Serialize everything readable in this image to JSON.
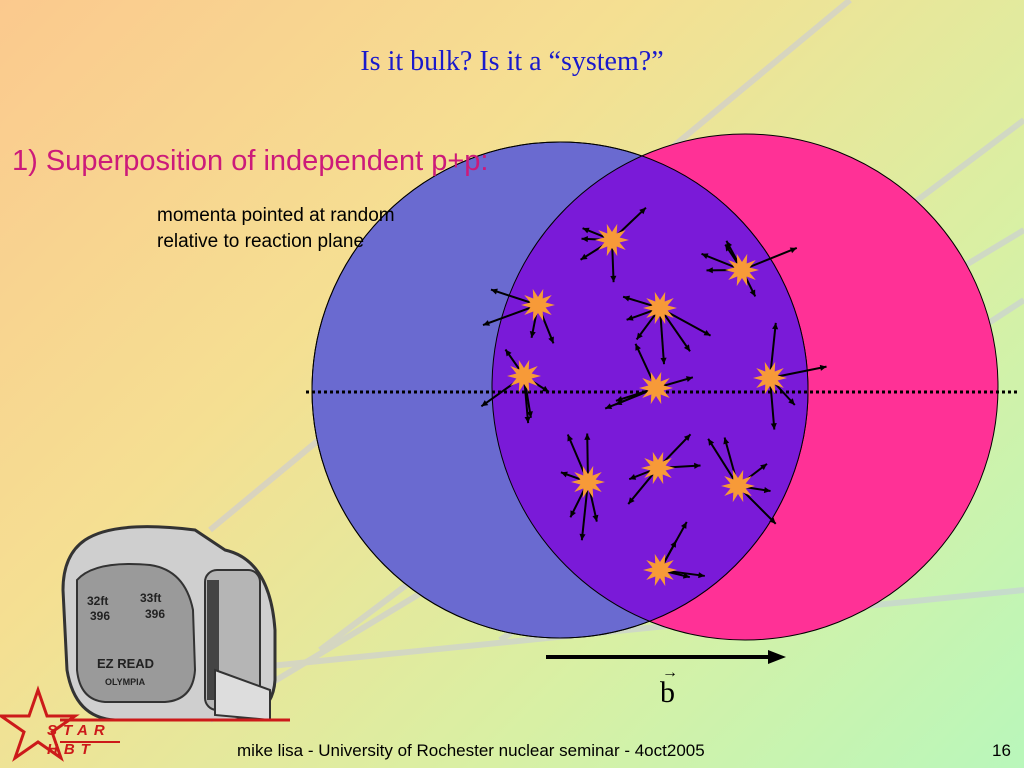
{
  "slide": {
    "title": "Is it bulk?  Is it a “system?”",
    "heading": "1) Superposition of independent p+p:",
    "caption_lines": [
      "momenta pointed at random",
      "relative to reaction plane"
    ],
    "vector_label": "b",
    "footer": "mike lisa - University of Rochester nuclear seminar - 4oct2005",
    "page_number": "16",
    "logo": {
      "line1": "STAR",
      "line2": "HBT"
    },
    "tape_measure_text": {
      "brand": "EZ READ",
      "maker": "OLYMPIA",
      "marks": [
        "32ft",
        "396",
        "33ft",
        "396"
      ]
    }
  },
  "colors": {
    "title": "#1a1acc",
    "heading": "#cc1a7a",
    "left_nucleus": "#6a6ad0",
    "right_nucleus": "#ff3196",
    "overlap": "#7a1ad8",
    "star": "#f79a38",
    "logo": "#cc1a1a"
  },
  "icons": [
    "tape-measure-icon",
    "star-logo-icon",
    "collision-star-icon"
  ]
}
